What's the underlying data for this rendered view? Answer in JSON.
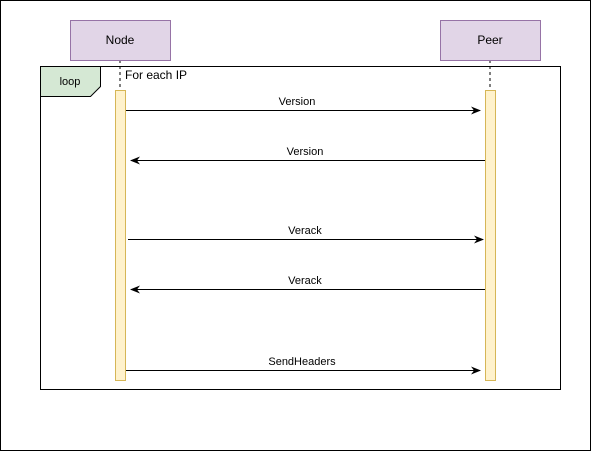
{
  "diagram": {
    "actors": {
      "node": "Node",
      "peer": "Peer"
    },
    "fragment": {
      "operator": "loop",
      "guard": "For each IP"
    },
    "messages": [
      {
        "label": "Version",
        "direction": "node-to-peer"
      },
      {
        "label": "Version",
        "direction": "peer-to-node"
      },
      {
        "label": "Verack",
        "direction": "node-to-peer"
      },
      {
        "label": "Verack",
        "direction": "peer-to-node"
      },
      {
        "label": "SendHeaders",
        "direction": "node-to-peer"
      }
    ],
    "colors": {
      "actor_fill": "#e1d5e7",
      "actor_stroke": "#9673a6",
      "activation_fill": "#fff2cc",
      "activation_stroke": "#d6b656",
      "operator_fill": "#d5e8d4",
      "operator_stroke": "#82b366"
    }
  }
}
